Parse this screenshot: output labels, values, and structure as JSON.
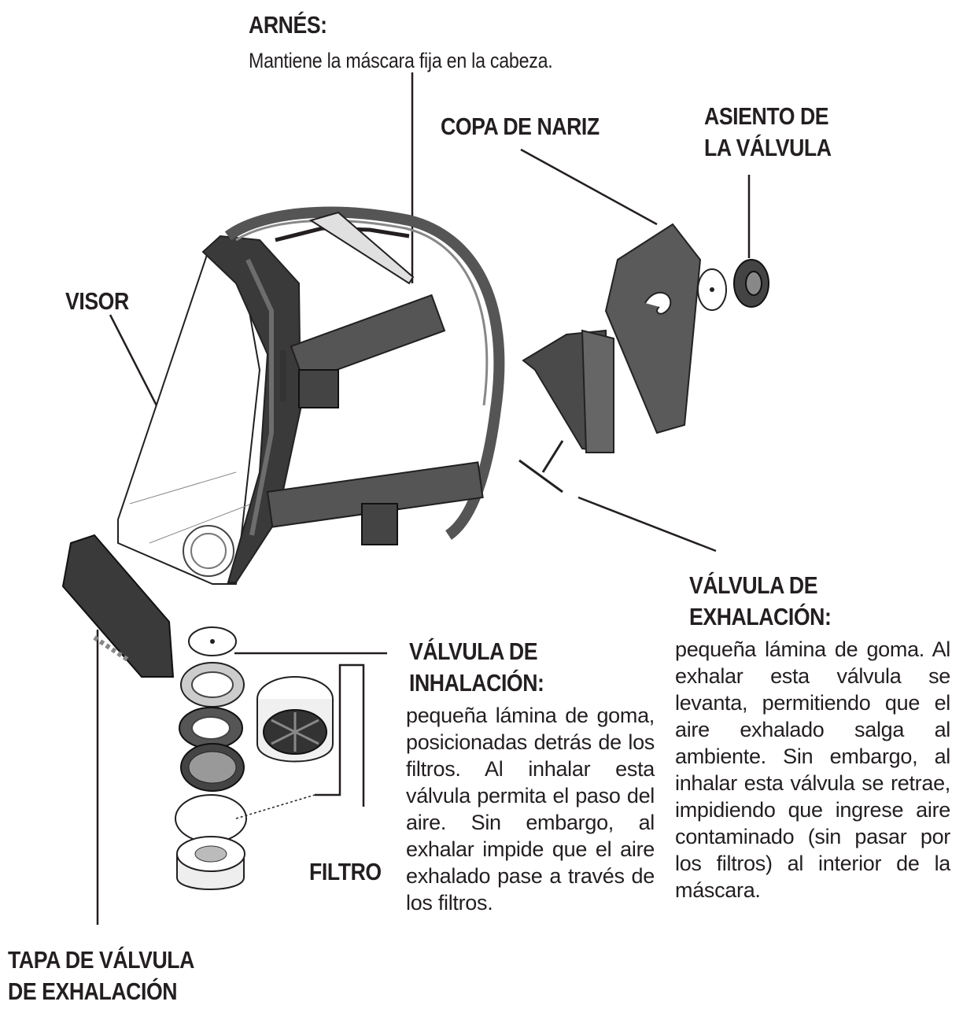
{
  "labels": {
    "arnes": {
      "title": "ARNÉS:",
      "desc": "Mantiene la máscara fija en la cabeza."
    },
    "copa_nariz": {
      "title": "COPA DE NARIZ"
    },
    "asiento_valvula": {
      "line1": "ASIENTO DE",
      "line2": "LA VÁLVULA"
    },
    "visor": {
      "title": "VISOR"
    },
    "valvula_exhalacion": {
      "line1": "VÁLVULA DE",
      "line2": "EXHALACIÓN:",
      "desc": "pequeña lámina de goma. Al exhalar esta válvula se levanta, permitiendo que el aire exhalado salga al ambiente. Sin embargo, al inhalar esta válvula se retrae, impidiendo que ingrese aire contaminado (sin pasar por los filtros) al interior de la máscara."
    },
    "valvula_inhalacion": {
      "line1": "VÁLVULA DE",
      "line2": "INHALACIÓN:",
      "desc": "pequeña lámina de goma, posicionadas detrás de los filtros. Al inhalar esta válvula permita el paso del aire. Sin embargo, al exhalar impide que el aire exhalado pase a través de los filtros."
    },
    "filtro": {
      "title": "FILTRO"
    },
    "tapa_valvula": {
      "line1": "TAPA DE VÁLVULA",
      "line2": "DE EXHALACIÓN"
    }
  },
  "colors": {
    "ink": "#231f20",
    "rubber": "#3a3a3a",
    "rubber_light": "#6d6d6d",
    "strap": "#555555"
  }
}
